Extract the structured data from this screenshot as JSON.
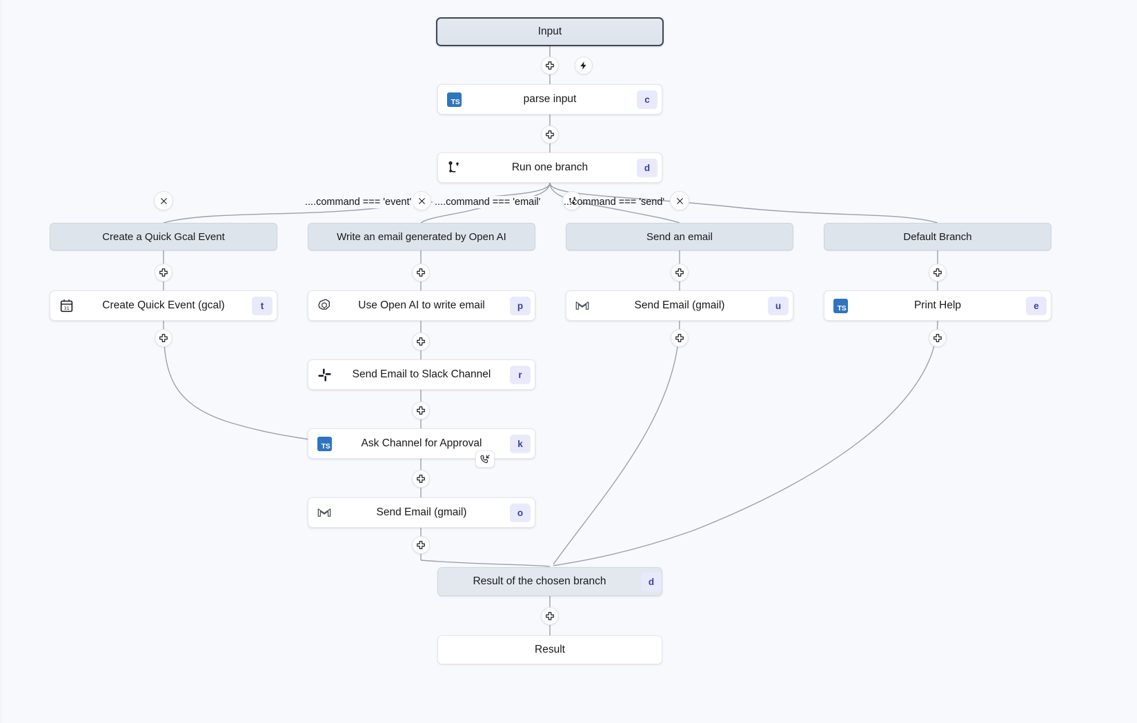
{
  "canvas": {
    "background": "#f8f9fc",
    "edge_color": "#9aa1ac",
    "accent_badge_bg": "#e8eafc",
    "accent_badge_fg": "#3b3f9c",
    "group_node_bg": "#dee4ec",
    "ts_icon_bg": "#2f74c0"
  },
  "nodes": {
    "input": {
      "label": "Input",
      "type": "endpoint"
    },
    "parse_input": {
      "label": "parse input",
      "kbd": "c",
      "icon": "typescript-icon"
    },
    "run_one_branch": {
      "label": "Run one branch",
      "kbd": "d",
      "icon": "branch-icon"
    },
    "group_gcal": {
      "label": "Create a Quick Gcal Event"
    },
    "group_openai": {
      "label": "Write an email generated by Open AI"
    },
    "group_send": {
      "label": "Send an email"
    },
    "group_default": {
      "label": "Default Branch"
    },
    "create_quick_event": {
      "label": "Create Quick Event (gcal)",
      "kbd": "t",
      "icon": "calendar-icon"
    },
    "use_openai": {
      "label": "Use Open AI to write email",
      "kbd": "p",
      "icon": "openai-icon"
    },
    "send_email_slack": {
      "label": "Send Email to Slack Channel",
      "kbd": "r",
      "icon": "slack-icon"
    },
    "ask_approval": {
      "label": "Ask Channel for Approval",
      "kbd": "k",
      "icon": "typescript-icon",
      "badge_icon": "phone-incoming-icon"
    },
    "send_email_gmail_branch": {
      "label": "Send Email (gmail)",
      "kbd": "o",
      "icon": "gmail-icon"
    },
    "send_email_gmail_direct": {
      "label": "Send Email (gmail)",
      "kbd": "u",
      "icon": "gmail-icon"
    },
    "print_help": {
      "label": "Print Help",
      "kbd": "e",
      "icon": "typescript-icon"
    },
    "result_chosen_branch": {
      "label": "Result of the chosen branch",
      "kbd": "d"
    },
    "result": {
      "label": "Result",
      "type": "endpoint-plain"
    }
  },
  "branch_labels": [
    {
      "text": "....command === 'event'"
    },
    {
      "text": "....command === 'email'"
    },
    {
      "text": "...command === 'send'"
    }
  ],
  "edge_controls": {
    "add_step_icon": "plus-icon",
    "trigger_icon": "lightning-icon",
    "delete_branch_icon": "close-icon",
    "add_branch_icon": "branch-plus-icon"
  }
}
